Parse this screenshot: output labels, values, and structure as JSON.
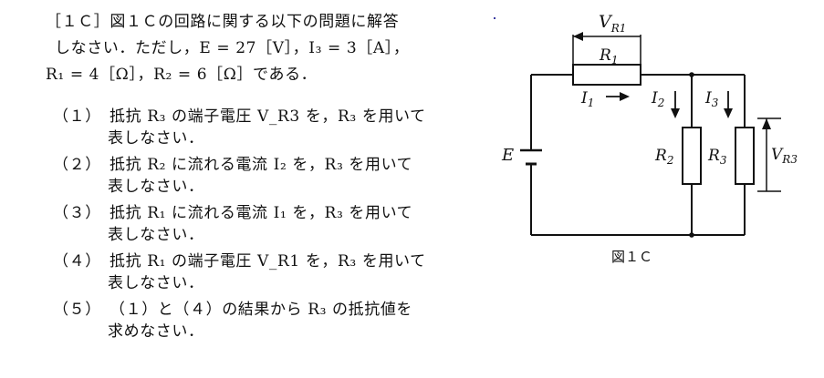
{
  "problem": {
    "intro_lines": [
      "［１Ｃ］図１Ｃの回路に関する以下の問題に解答",
      "しなさい．ただし，E = 27［V］，I₃ = 3［A］，",
      "R₁ = 4［Ω］，R₂ = 6［Ω］である．"
    ],
    "questions": [
      {
        "num": "（１）",
        "line1": "抵抗 R₃ の端子電圧 V_R3 を，R₃ を用いて",
        "line2": "表しなさい．"
      },
      {
        "num": "（２）",
        "line1": "抵抗 R₂ に流れる電流 I₂ を，R₃ を用いて",
        "line2": "表しなさい．"
      },
      {
        "num": "（３）",
        "line1": "抵抗 R₁ に流れる電流 I₁ を，R₃ を用いて",
        "line2": "表しなさい．"
      },
      {
        "num": "（４）",
        "line1": "抵抗 R₁ の端子電圧 V_R1 を，R₃ を用いて",
        "line2": "表しなさい．"
      },
      {
        "num": "（５）",
        "line1": "（１）と（４）の結果から R₃ の抵抗値を",
        "line2": "求めなさい．"
      }
    ]
  },
  "figure": {
    "caption": "図１Ｃ",
    "labels": {
      "vr1": "V_R1",
      "r1": "R1",
      "i1": "I1",
      "i2": "I2",
      "i3": "I3",
      "e": "E",
      "r2": "R2",
      "r3": "R3",
      "vr3": "V_R3"
    }
  }
}
